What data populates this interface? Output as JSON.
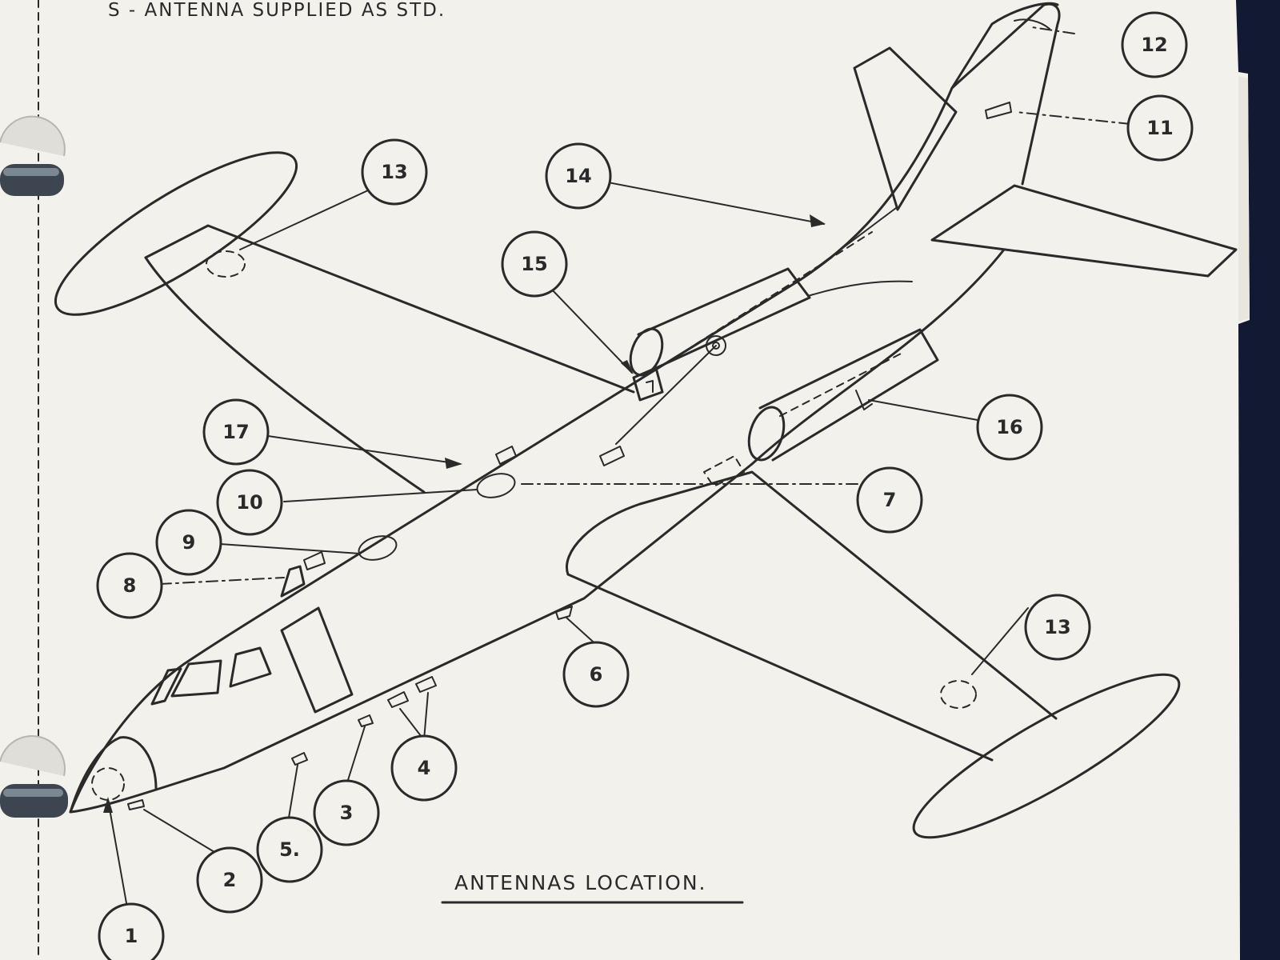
{
  "header": {
    "note": "S - ANTENNA   SUPPLIED AS   STD."
  },
  "caption": {
    "title": "ANTENNAS   LOCATION."
  },
  "callouts": [
    {
      "id": "1",
      "label": "1"
    },
    {
      "id": "2",
      "label": "2"
    },
    {
      "id": "3",
      "label": "3"
    },
    {
      "id": "4",
      "label": "4"
    },
    {
      "id": "5",
      "label": "5."
    },
    {
      "id": "6",
      "label": "6"
    },
    {
      "id": "7",
      "label": "7"
    },
    {
      "id": "8",
      "label": "8"
    },
    {
      "id": "9",
      "label": "9"
    },
    {
      "id": "10",
      "label": "10"
    },
    {
      "id": "11",
      "label": "11"
    },
    {
      "id": "12",
      "label": "12"
    },
    {
      "id": "13a",
      "label": "13"
    },
    {
      "id": "13b",
      "label": "13"
    },
    {
      "id": "14",
      "label": "14"
    },
    {
      "id": "15",
      "label": "15"
    },
    {
      "id": "16",
      "label": "16"
    },
    {
      "id": "17",
      "label": "17"
    }
  ],
  "colors": {
    "paper": "#f3f1ec",
    "ink": "#2a2a2a",
    "background": "#121a33",
    "binder_ring": "#3d4650"
  }
}
